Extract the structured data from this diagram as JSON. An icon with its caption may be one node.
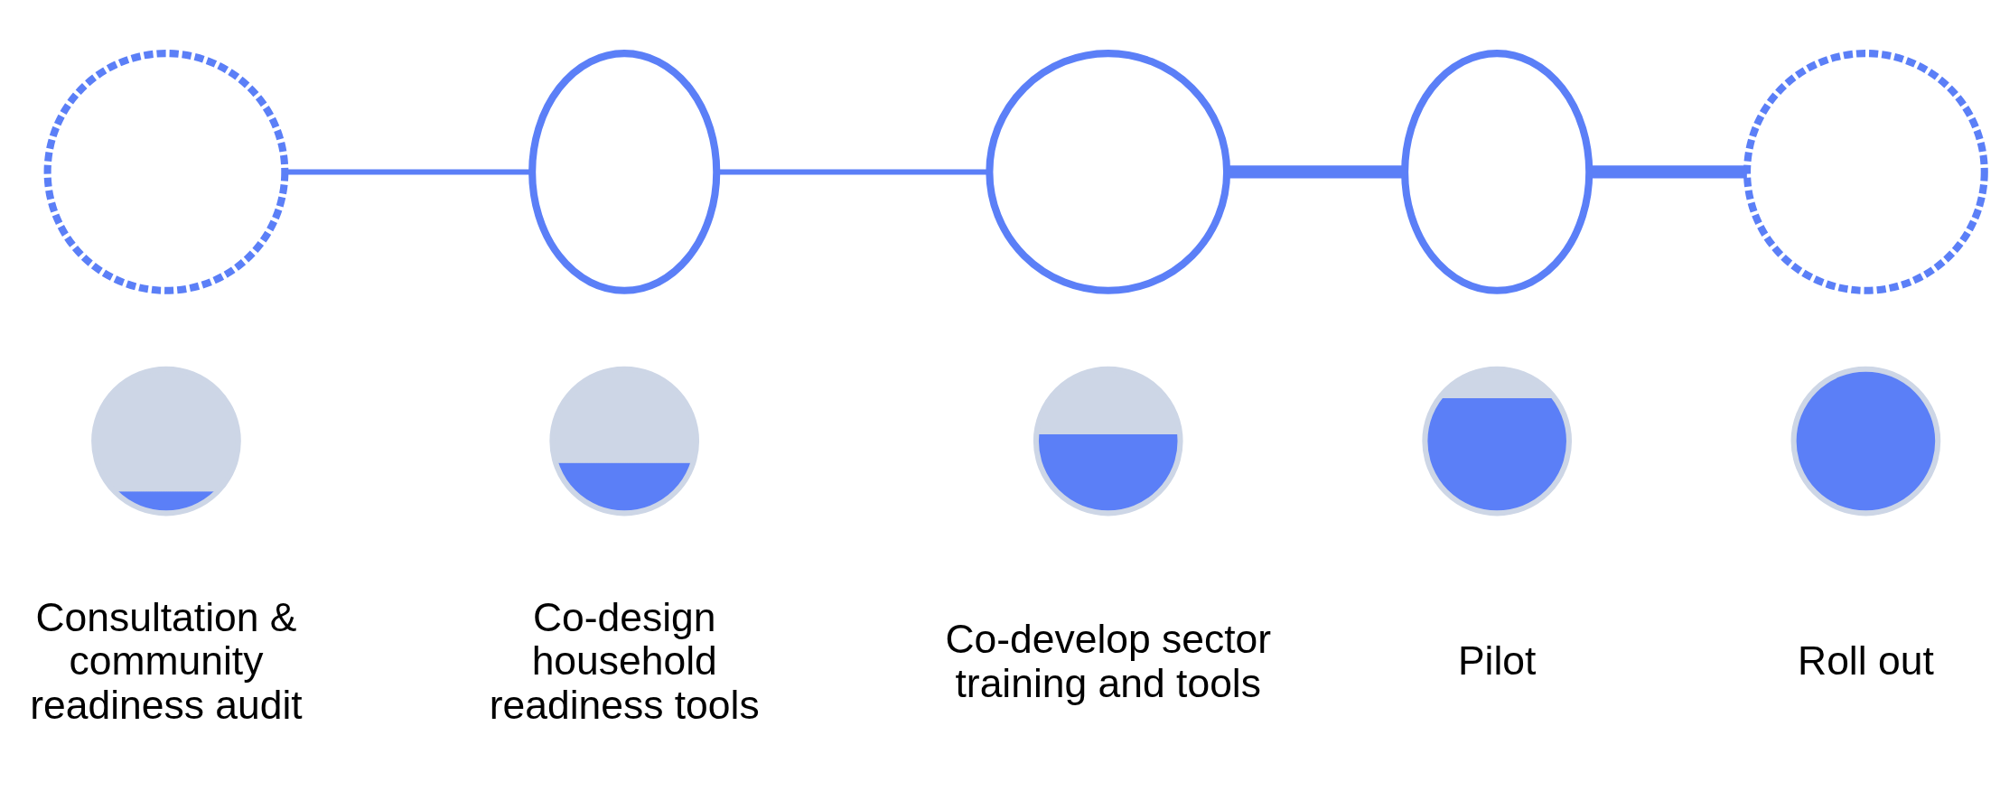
{
  "diagram": {
    "nodes": [
      {
        "text": [],
        "shape": "arc"
      },
      {
        "text": [],
        "shape": "semicircle"
      },
      {
        "text": [],
        "shape": "circle"
      },
      {
        "text": [],
        "shape": "semicircle"
      },
      {
        "text": [],
        "shape": "arc"
      },
      {
        "text": [],
        "shape": "circle",
        "beside": [
          "Consultation & community readiness audit"
        ]
      },
      {
        "text": [],
        "shape": "circle",
        "beside": [
          "Co-design household readiness tools"
        ]
      },
      {
        "text": [],
        "shape": "circle",
        "beside": [
          "Co-develop sector training and tools"
        ]
      },
      {
        "text": [],
        "shape": "circle",
        "beside": [
          "Pilot"
        ]
      },
      {
        "text": [],
        "shape": "circle",
        "beside": [
          "Roll out"
        ]
      }
    ],
    "edges": [
      {
        "from": 0,
        "to": 1,
        "arrow": "none"
      },
      {
        "from": 1,
        "to": 2,
        "arrow": "none"
      },
      {
        "from": 2,
        "to": 3,
        "arrow": "none",
        "style": "thick"
      },
      {
        "from": 3,
        "to": 4,
        "arrow": "none",
        "style": "thick"
      }
    ]
  }
}
